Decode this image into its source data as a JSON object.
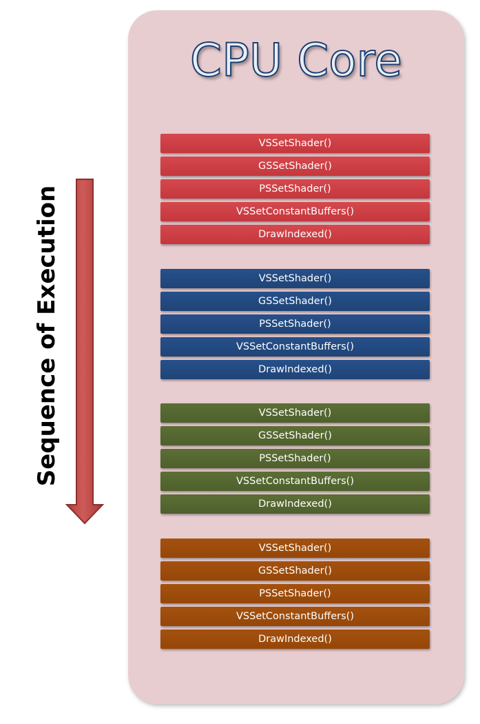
{
  "title": "CPU Core",
  "side_label": "Sequence of Execution",
  "colors": {
    "panel": "#e8cdd0",
    "title_stroke": "#1f3f70",
    "arrow": "#c0504d",
    "group_red": "#cc3f44",
    "group_blue": "#234a80",
    "group_green": "#556830",
    "group_orange": "#9c4c0b"
  },
  "groups": [
    {
      "color": "red",
      "commands": [
        "VSSetShader()",
        "GSSetShader()",
        "PSSetShader()",
        "VSSetConstantBuffers()",
        "DrawIndexed()"
      ]
    },
    {
      "color": "blue",
      "commands": [
        "VSSetShader()",
        "GSSetShader()",
        "PSSetShader()",
        "VSSetConstantBuffers()",
        "DrawIndexed()"
      ]
    },
    {
      "color": "green",
      "commands": [
        "VSSetShader()",
        "GSSetShader()",
        "PSSetShader()",
        "VSSetConstantBuffers()",
        "DrawIndexed()"
      ]
    },
    {
      "color": "orange",
      "commands": [
        "VSSetShader()",
        "GSSetShader()",
        "PSSetShader()",
        "VSSetConstantBuffers()",
        "DrawIndexed()"
      ]
    }
  ],
  "icons": {
    "arrow": "arrow-down-icon"
  }
}
